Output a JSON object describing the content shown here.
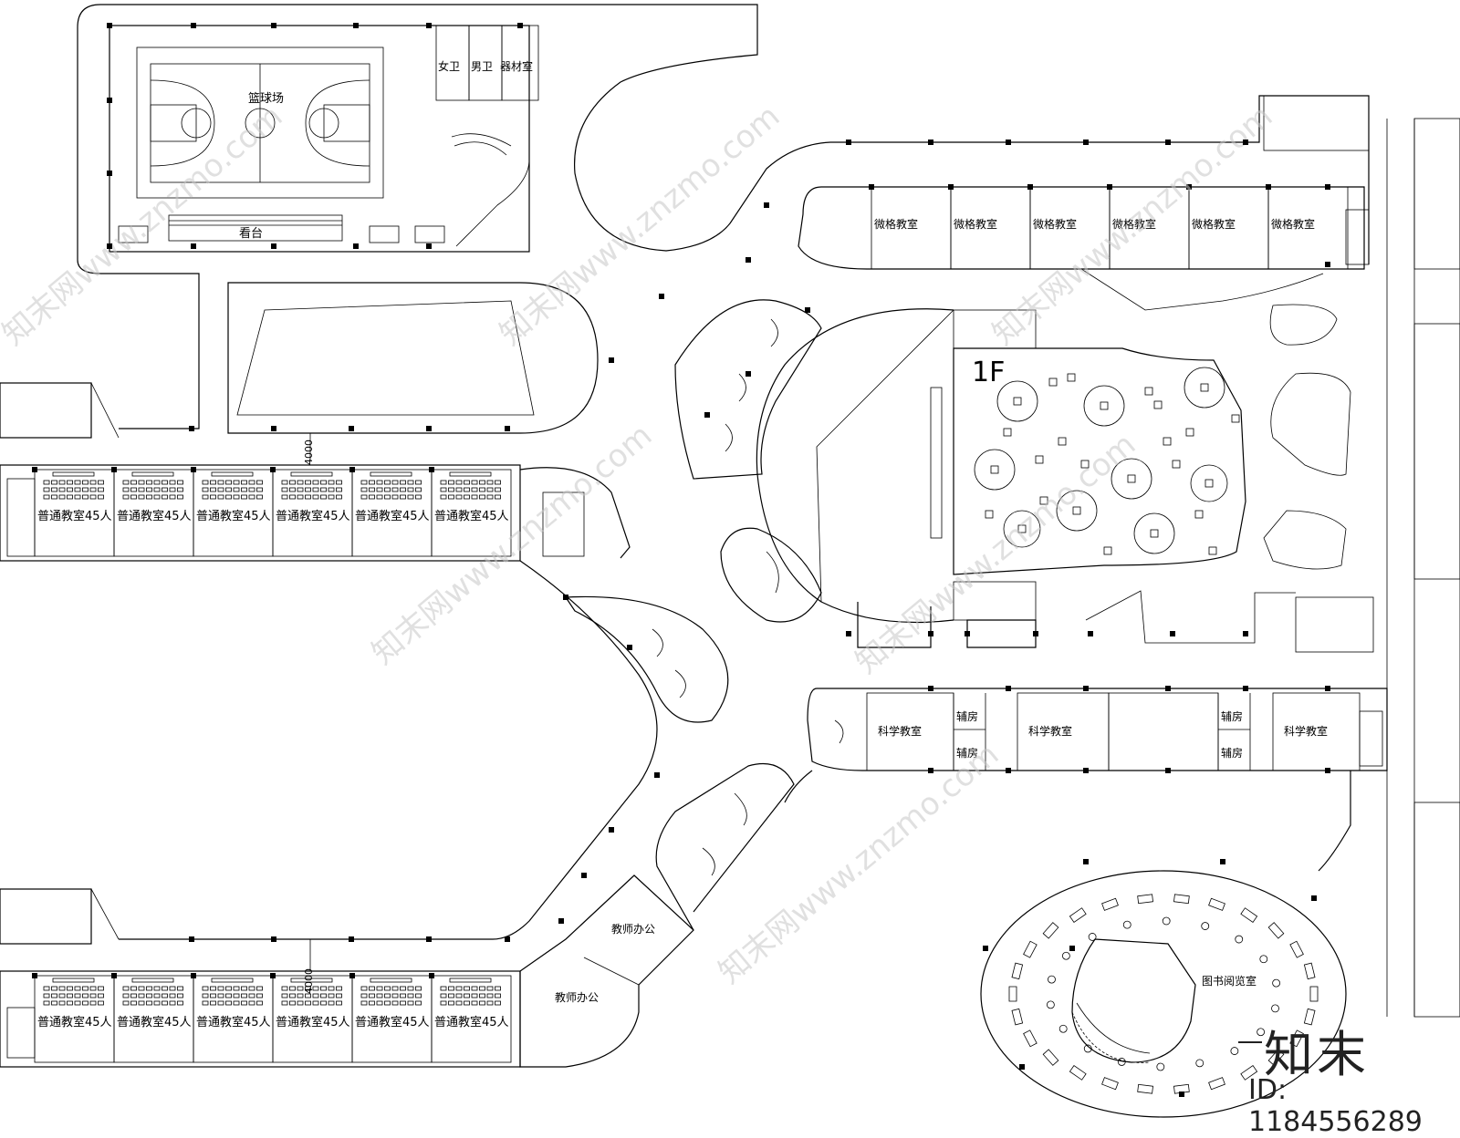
{
  "floor_label": "1F",
  "dimension_label": "4000",
  "sports": {
    "basketball": "篮球场",
    "stands": "看台",
    "womens_wc": "女卫",
    "mens_wc": "男卫",
    "equipment": "器材室"
  },
  "rooms": {
    "micro_classroom": "微格教室",
    "regular_classroom": "普通教室45人",
    "science_classroom": "科学教室",
    "auxiliary": "辅房",
    "teacher_office": "教师办公",
    "library": "图书阅览室"
  },
  "micro_row": [
    "微格教室",
    "微格教室",
    "微格教室",
    "微格教室",
    "微格教室",
    "微格教室"
  ],
  "upper_classrooms": [
    "普通教室45人",
    "普通教室45人",
    "普通教室45人",
    "普通教室45人",
    "普通教室45人",
    "普通教室45人"
  ],
  "lower_classrooms": [
    "普通教室45人",
    "普通教室45人",
    "普通教室45人",
    "普通教室45人",
    "普通教室45人",
    "普通教室45人"
  ],
  "science_row": [
    "科学教室",
    "科学教室",
    "科学教室"
  ],
  "watermark": {
    "logo": "知末",
    "id": "ID: 1184556289",
    "site": "知末网www.znzmo.com"
  }
}
